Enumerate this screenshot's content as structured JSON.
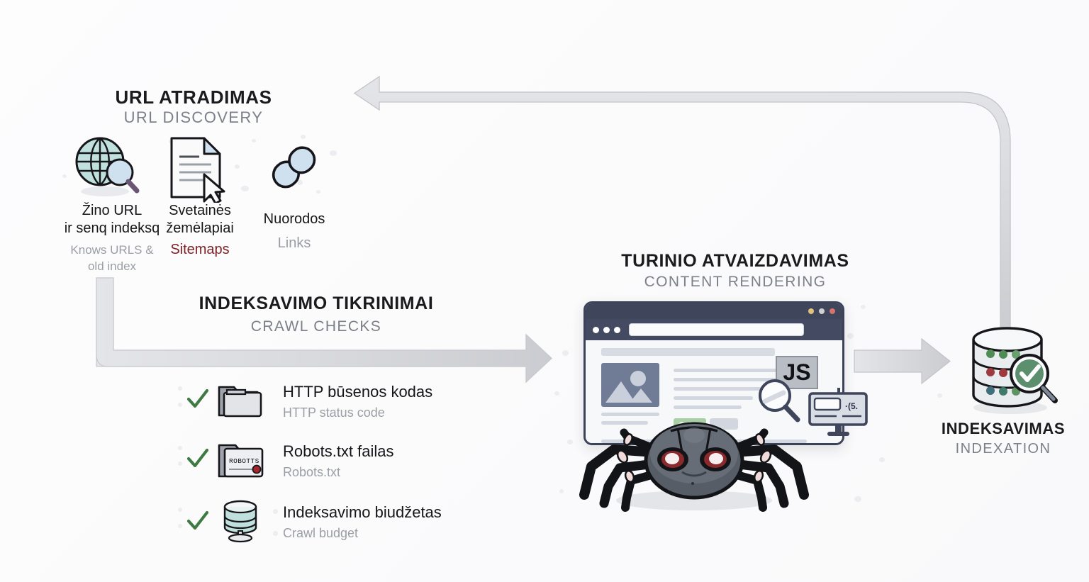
{
  "diagram": {
    "background_color": "#fdfdfe",
    "accent_red": "#7d1f24",
    "accent_green": "#3f7a42",
    "arrow_color": "#d6d7da"
  },
  "sections": {
    "url_discovery": {
      "title": "URL ATRADIMAS",
      "subtitle": "URL DISCOVERY",
      "items": [
        {
          "icon": "globe-search-icon",
          "label_line1": "Žino URL",
          "label_line2": "ir senq indeksq",
          "sub_line1": "Knows URLS &",
          "sub_line2": "old index",
          "sub_color": "#9a9ea5"
        },
        {
          "icon": "document-cursor-icon",
          "label_line1": "Svetainės",
          "label_line2": "žemėlapiai",
          "sub_line1": "Sitemaps",
          "sub_line2": "",
          "sub_color": "#7d1f24"
        },
        {
          "icon": "chain-link-icon",
          "label_line1": "Nuorodos",
          "label_line2": "",
          "sub_line1": "Links",
          "sub_line2": "",
          "sub_color": "#9a9ea5"
        }
      ]
    },
    "crawl_checks": {
      "title": "INDEKSAVIMO TIKRINIMAI",
      "subtitle": "CRAWL CHECKS",
      "rows": [
        {
          "check": "check-mark-icon",
          "icon": "folder-icon",
          "title": "HTTP būsenos kodas",
          "sub": "HTTP status code"
        },
        {
          "check": "check-mark-icon",
          "icon": "robots-folder-icon",
          "title": "Robots.txt failas",
          "sub": "Robots.txt"
        },
        {
          "check": "check-mark-icon",
          "icon": "database-icon",
          "title": "Indeksavimo biudžetas",
          "sub": "Crawl budget"
        }
      ]
    },
    "content_rendering": {
      "title": "TURINIO ATVAIZDAVIMAS",
      "subtitle": "CONTENT RENDERING",
      "browser": {
        "js_badge": "JS",
        "url_value": "",
        "url_placeholder": ""
      },
      "spider_icon": "spider-crawler-icon",
      "magnifier_icon": "magnifier-icon",
      "monitor_icon": "monitor-icon"
    },
    "indexation": {
      "icon": "database-check-icon",
      "title": "INDEKSAVIMAS",
      "subtitle": "INDEXATION"
    }
  },
  "arrows": [
    {
      "name": "feedback-arrow-to-url-discovery",
      "direction": "left-up-curve"
    },
    {
      "name": "discovery-to-crawl-checks-arrow",
      "direction": "down-right"
    },
    {
      "name": "rendering-to-indexation-arrow",
      "direction": "right"
    }
  ]
}
